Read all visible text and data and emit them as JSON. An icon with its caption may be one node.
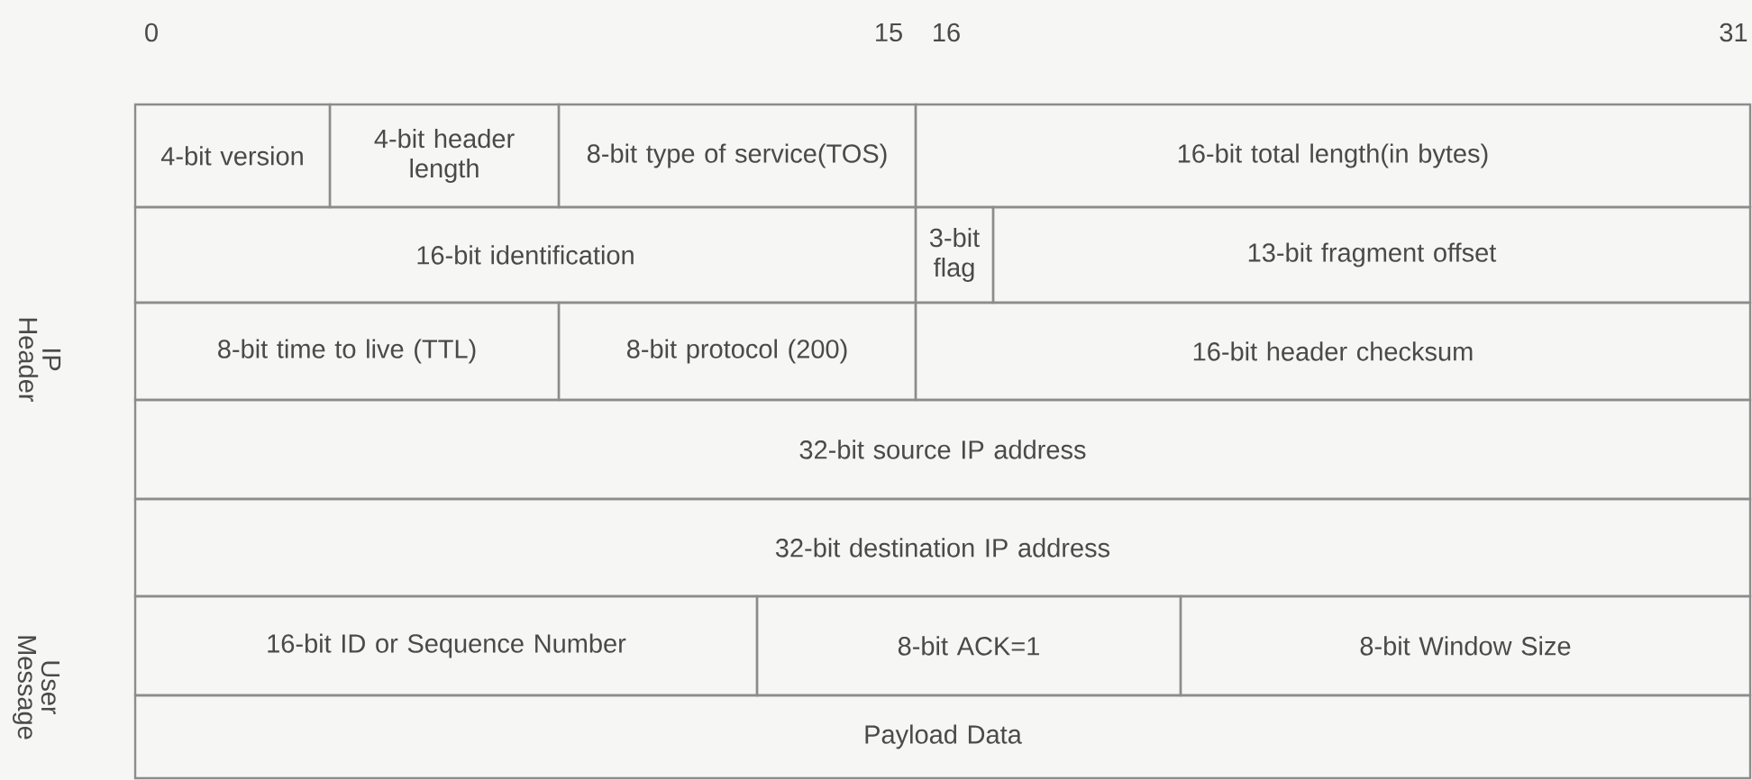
{
  "diagram": {
    "labels": [
      "0",
      "15",
      "16",
      "31",
      "4-bit version",
      "4-bit header length",
      "8-bit type of service(TOS)",
      "16-bit total length(in bytes)",
      "16-bit identification",
      "3-bit flag",
      "13-bit fragment offset",
      "IP Header",
      "8-bit time to live (TTL)",
      "8-bit protocol (200)",
      "16-bit header checksum",
      "32-bit source IP address",
      "32-bit destination IP address",
      "User Message",
      "16-bit ID or Sequence Number",
      "8-bit ACK=1",
      "8-bit Window Size",
      "Payload Data"
    ]
  }
}
